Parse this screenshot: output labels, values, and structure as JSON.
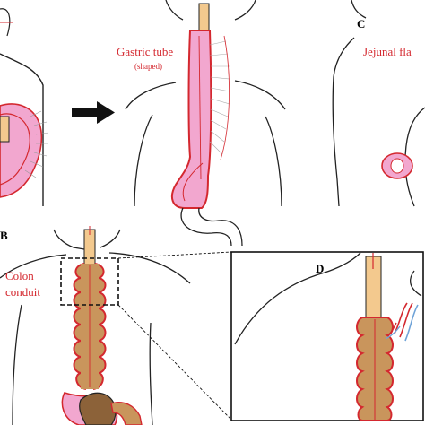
{
  "panels": {
    "a": {
      "label": "Gastric tube",
      "sublabel": "(shaped)"
    },
    "b": {
      "panel_letter": "B",
      "label_line1": "Colon",
      "label_line2": "conduit"
    },
    "c": {
      "panel_letter": "C",
      "label": "Jejunal fla"
    },
    "d": {
      "panel_letter": "D"
    }
  },
  "colors": {
    "outline": "#222222",
    "graft_red": "#d4282f",
    "stomach_pink": "#f2a7cf",
    "esophagus_tan": "#f3c98e",
    "colon_tan": "#c9955c",
    "vessel_blue": "#6fa3d8"
  }
}
